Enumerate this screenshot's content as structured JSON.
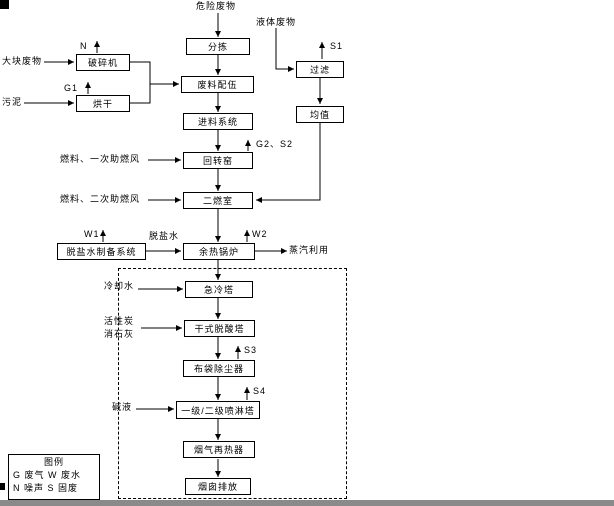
{
  "nodes": {
    "crusher": "破碎机",
    "dryer": "烘干",
    "sorting": "分拣",
    "blending": "废料配伍",
    "feeding_system": "进料系统",
    "rotary_kiln": "回转窑",
    "secondary_combustion": "二燃室",
    "waste_heat_boiler": "余热锅炉",
    "quench_tower": "急冷塔",
    "dry_deacid_tower": "干式脱酸塔",
    "bag_filter": "布袋除尘器",
    "spray_tower": "一级/二级喷淋塔",
    "flue_gas_reheater": "烟气再热器",
    "stack_discharge": "烟囱排放",
    "filter": "过滤",
    "equalizer": "均值",
    "demin_water_system": "脱盐水制备系统"
  },
  "inputs": {
    "hazardous_waste": "危险废物",
    "bulky_waste": "大块废物",
    "sludge": "污泥",
    "liquid_waste": "液体废物",
    "fuel_primary_air": "燃料、一次助燃风",
    "fuel_secondary_air": "燃料、二次助燃风",
    "demin_water": "脱盐水",
    "cooling_water": "冷却水",
    "activated_carbon": "活性炭",
    "slaked_lime": "消石灰",
    "alkali_liquor": "碱液"
  },
  "outputs": {
    "n": "N",
    "g1": "G1",
    "s1": "S1",
    "g2_s2": "G2、S2",
    "w1": "W1",
    "w2": "W2",
    "steam_use": "蒸汽利用",
    "s3": "S3",
    "s4": "S4"
  },
  "legend": {
    "title": "图例",
    "line1": "G 废气 W 废水",
    "line2": "N 噪声 S 固废"
  }
}
